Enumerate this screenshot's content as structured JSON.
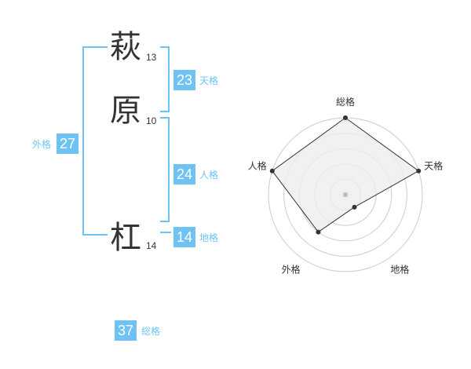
{
  "name": {
    "chars": [
      {
        "char": "萩",
        "strokes": "13"
      },
      {
        "char": "原",
        "strokes": "10"
      },
      {
        "char": "杠",
        "strokes": "14"
      }
    ]
  },
  "fortune": {
    "tenkaku": {
      "value": "23",
      "label": "天格"
    },
    "jinkaku": {
      "value": "24",
      "label": "人格"
    },
    "chikaku": {
      "value": "14",
      "label": "地格"
    },
    "gaikaku": {
      "value": "27",
      "label": "外格"
    },
    "soukaku": {
      "value": "37",
      "label": "総格"
    }
  },
  "colors": {
    "accent": "#6ec3f4",
    "text": "#333333",
    "radar_fill": "#eeeeee",
    "grid": "#cccccc"
  },
  "radar": {
    "axes": [
      "総格",
      "天格",
      "地格",
      "外格",
      "人格"
    ],
    "levels": 5,
    "values": [
      5,
      5,
      1,
      3,
      5
    ]
  }
}
